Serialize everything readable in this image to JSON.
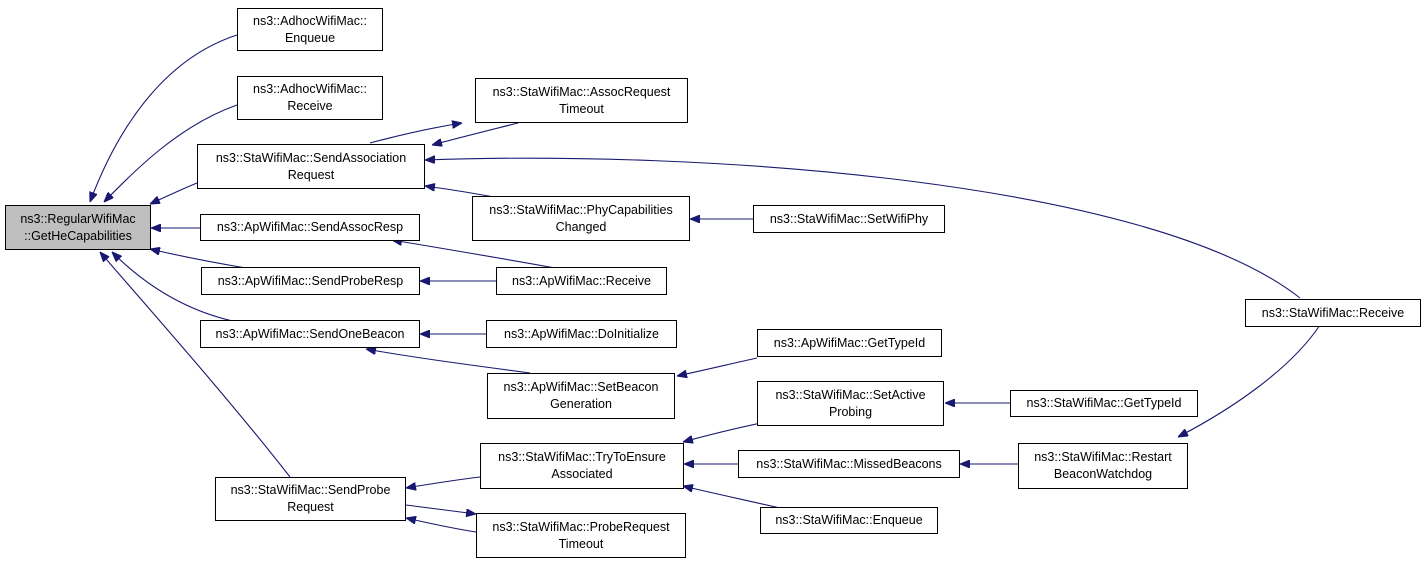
{
  "graph": {
    "nodes": {
      "root": [
        "ns3::RegularWifiMac",
        "::GetHeCapabilities"
      ],
      "adhoc_enqueue": [
        "ns3::AdhocWifiMac::",
        "Enqueue"
      ],
      "adhoc_receive": [
        "ns3::AdhocWifiMac::",
        "Receive"
      ],
      "sta_send_assoc": [
        "ns3::StaWifiMac::SendAssociation",
        "Request"
      ],
      "ap_send_assoc_resp": [
        "ns3::ApWifiMac::SendAssocResp"
      ],
      "ap_send_probe_resp": [
        "ns3::ApWifiMac::SendProbeResp"
      ],
      "ap_send_beacon": [
        "ns3::ApWifiMac::SendOneBeacon"
      ],
      "sta_send_probe": [
        "ns3::StaWifiMac::SendProbe",
        "Request"
      ],
      "sta_assoc_timeout": [
        "ns3::StaWifiMac::AssocRequest",
        "Timeout"
      ],
      "sta_phy_changed": [
        "ns3::StaWifiMac::PhyCapabilities",
        "Changed"
      ],
      "ap_receive": [
        "ns3::ApWifiMac::Receive"
      ],
      "ap_doinit": [
        "ns3::ApWifiMac::DoInitialize"
      ],
      "ap_set_beacon_gen": [
        "ns3::ApWifiMac::SetBeacon",
        "Generation"
      ],
      "sta_try_ensure": [
        "ns3::StaWifiMac::TryToEnsure",
        "Associated"
      ],
      "sta_probe_timeout": [
        "ns3::StaWifiMac::ProbeRequest",
        "Timeout"
      ],
      "sta_set_wifiphy": [
        "ns3::StaWifiMac::SetWifiPhy"
      ],
      "ap_get_typeid": [
        "ns3::ApWifiMac::GetTypeId"
      ],
      "sta_set_active": [
        "ns3::StaWifiMac::SetActive",
        "Probing"
      ],
      "sta_missed": [
        "ns3::StaWifiMac::MissedBeacons"
      ],
      "sta_enqueue": [
        "ns3::StaWifiMac::Enqueue"
      ],
      "sta_get_typeid": [
        "ns3::StaWifiMac::GetTypeId"
      ],
      "sta_restart": [
        "ns3::StaWifiMac::Restart",
        "BeaconWatchdog"
      ],
      "sta_receive": [
        "ns3::StaWifiMac::Receive"
      ]
    },
    "edges": [
      [
        "adhoc_enqueue",
        "root"
      ],
      [
        "adhoc_receive",
        "root"
      ],
      [
        "sta_send_assoc",
        "root"
      ],
      [
        "ap_send_assoc_resp",
        "root"
      ],
      [
        "ap_send_probe_resp",
        "root"
      ],
      [
        "ap_send_beacon",
        "root"
      ],
      [
        "sta_send_probe",
        "root"
      ],
      [
        "sta_send_assoc",
        "sta_assoc_timeout"
      ],
      [
        "sta_assoc_timeout",
        "sta_send_assoc"
      ],
      [
        "sta_receive",
        "sta_send_assoc"
      ],
      [
        "sta_phy_changed",
        "sta_send_assoc"
      ],
      [
        "sta_set_wifiphy",
        "sta_phy_changed"
      ],
      [
        "ap_receive",
        "ap_send_assoc_resp"
      ],
      [
        "ap_receive",
        "ap_send_probe_resp"
      ],
      [
        "ap_doinit",
        "ap_send_beacon"
      ],
      [
        "ap_set_beacon_gen",
        "ap_send_beacon"
      ],
      [
        "ap_get_typeid",
        "ap_set_beacon_gen"
      ],
      [
        "sta_try_ensure",
        "sta_send_probe"
      ],
      [
        "sta_send_probe",
        "sta_probe_timeout"
      ],
      [
        "sta_probe_timeout",
        "sta_send_probe"
      ],
      [
        "sta_set_active",
        "sta_try_ensure"
      ],
      [
        "sta_missed",
        "sta_try_ensure"
      ],
      [
        "sta_enqueue",
        "sta_try_ensure"
      ],
      [
        "sta_get_typeid",
        "sta_set_active"
      ],
      [
        "sta_restart",
        "sta_missed"
      ],
      [
        "sta_receive",
        "sta_restart"
      ]
    ]
  },
  "colors": {
    "edge": "#191970",
    "root_fill": "#bfbfbf",
    "node_border": "#000000"
  }
}
